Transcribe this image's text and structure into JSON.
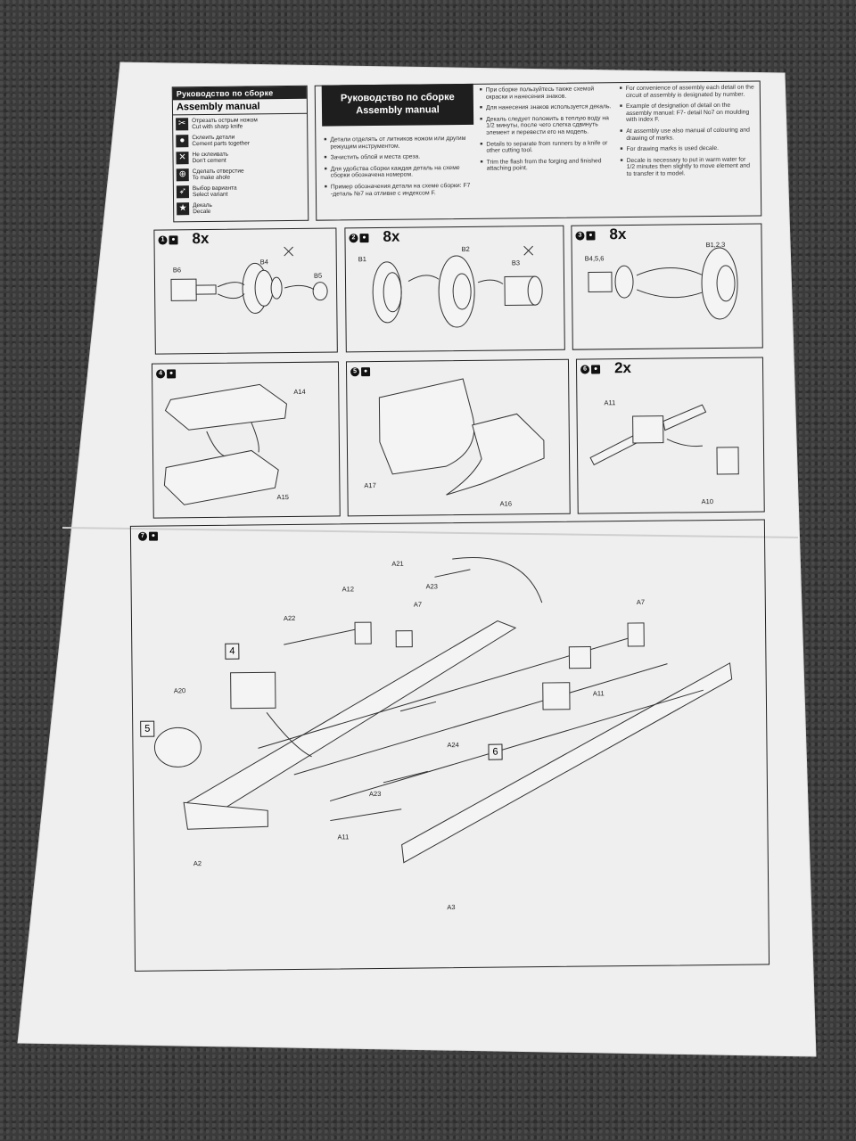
{
  "legend": {
    "title_ru": "Руководство по сборке",
    "title_en": "Assembly manual",
    "items": [
      {
        "icon": "knife-icon",
        "ru": "Отрезать острым ножом",
        "en": "Cut with sharp knife"
      },
      {
        "icon": "glue-drop-icon",
        "ru": "Склеить детали",
        "en": "Cement parts together"
      },
      {
        "icon": "no-glue-icon",
        "ru": "Не склеивать",
        "en": "Don't cement"
      },
      {
        "icon": "drill-icon",
        "ru": "Сделать отверстие",
        "en": "To make ahole"
      },
      {
        "icon": "variant-icon",
        "ru": "Выбор варианта",
        "en": "Select variant"
      },
      {
        "icon": "decal-star-icon",
        "ru": "Декаль",
        "en": "Decale"
      }
    ]
  },
  "manual_header": {
    "ru": "Руководство по сборке",
    "en": "Assembly manual"
  },
  "notes_ru_left": [
    "Детали отделять от литников ножом или другим режущим инструментом.",
    "Зачистить облой и места среза.",
    "Для удобства сборки каждая деталь на схеме сборки обозначена номером.",
    "Пример обозначения детали на схеме сборки: F7 -деталь №7 на отливке с индексом F."
  ],
  "notes_mid": [
    "При сборке пользуйтесь также схемой окраски и нанесения знаков.",
    "Для нанесения знаков используется декаль.",
    "Декаль следует положить в теплую воду на 1/2 минуты, после чего слегка сдвинуть элемент и перевести его на модель.",
    "Details to separate from runners by a knife or other cutting tool.",
    "Trim the flash from the forging and finished attaching point."
  ],
  "notes_en_right": [
    "For convenience of assembly each detail on the circuit of assembly is designated by number.",
    "Example of designation of detail on the assembly manual: F7- detail No7 on moulding with index F.",
    "At assembly use also manual of colouring and drawing of marks.",
    "For drawing marks is used decale.",
    "Decale is necessary to put in warm water for 1/2 minutes then slightly to move element and to transfer it to model."
  ],
  "steps": [
    {
      "num": "1",
      "qty": "8x",
      "parts": [
        "B6",
        "B4",
        "B5"
      ]
    },
    {
      "num": "2",
      "qty": "8x",
      "parts": [
        "B1",
        "B2",
        "B3"
      ]
    },
    {
      "num": "3",
      "qty": "8x",
      "parts": [
        "B4,5,6",
        "B1,2,3"
      ]
    },
    {
      "num": "4",
      "qty": "",
      "parts": [
        "A14",
        "A15"
      ]
    },
    {
      "num": "5",
      "qty": "",
      "parts": [
        "A17",
        "A16"
      ]
    },
    {
      "num": "6",
      "qty": "2x",
      "parts": [
        "A11",
        "A10"
      ]
    },
    {
      "num": "7",
      "qty": "",
      "parts": [
        "A21",
        "A23",
        "A12",
        "A7",
        "A22",
        "A7",
        "A20",
        "A11",
        "A24",
        "A23",
        "A11",
        "A2",
        "A3"
      ],
      "subassemblies": [
        "4",
        "5",
        "6"
      ]
    }
  ]
}
